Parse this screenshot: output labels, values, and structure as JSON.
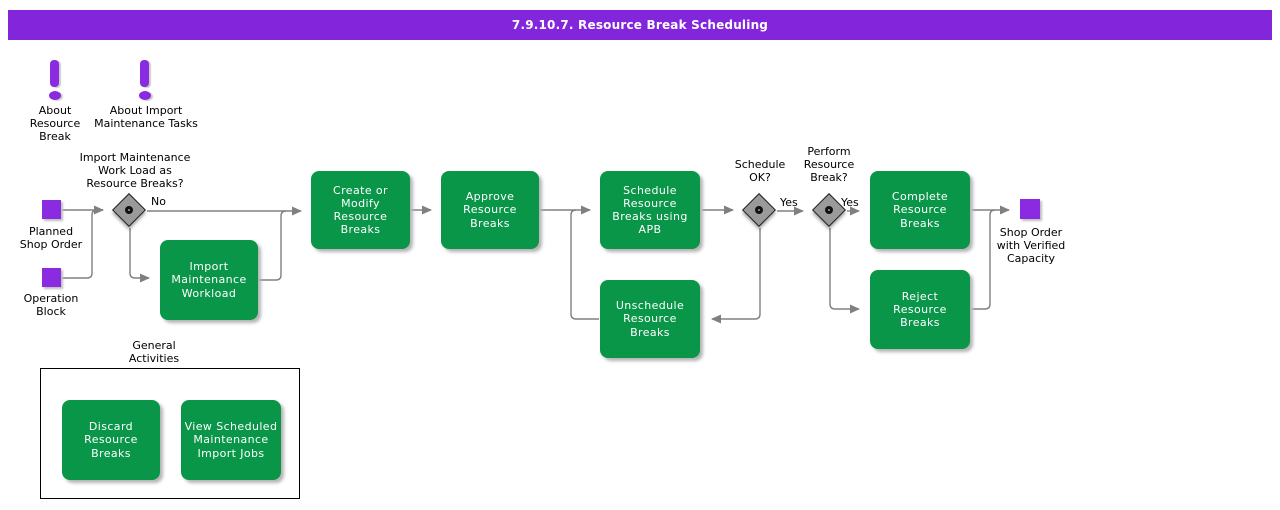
{
  "header": {
    "title": "7.9.10.7. Resource Break Scheduling"
  },
  "colors": {
    "header_purple": "#8326DB",
    "event_purple": "#8A2BE2",
    "activity_green": "#0A9648",
    "connector_gray": "#808080",
    "gateway_gray": "#9A9A9A"
  },
  "notes": [
    {
      "label": "About\nResource\nBreak"
    },
    {
      "label": "About Import\nMaintenance Tasks"
    }
  ],
  "events": [
    {
      "label": "Planned\nShop Order"
    },
    {
      "label": "Operation\nBlock"
    },
    {
      "label": "Shop Order\nwith Verified\nCapacity"
    }
  ],
  "decisions": [
    {
      "question": "Import Maintenance\nWork Load as\nResource Breaks?",
      "branch": "No"
    },
    {
      "question": "Schedule\nOK?",
      "branch": "Yes"
    },
    {
      "question": "Perform\nResource\nBreak?",
      "branch": "Yes"
    }
  ],
  "activities": [
    "Import\nMaintenance\nWorkload",
    "Create or Modify\nResource\nBreaks",
    "Approve\nResource\nBreaks",
    "Schedule\nResource\nBreaks using\nAPB",
    "Unschedule\nResource\nBreaks",
    "Complete\nResource\nBreaks",
    "Reject Resource\nBreaks"
  ],
  "general": {
    "title": "General\nActivities",
    "items": [
      "Discard\nResource\nBreaks",
      "View Scheduled\nMaintenance\nImport Jobs"
    ]
  }
}
